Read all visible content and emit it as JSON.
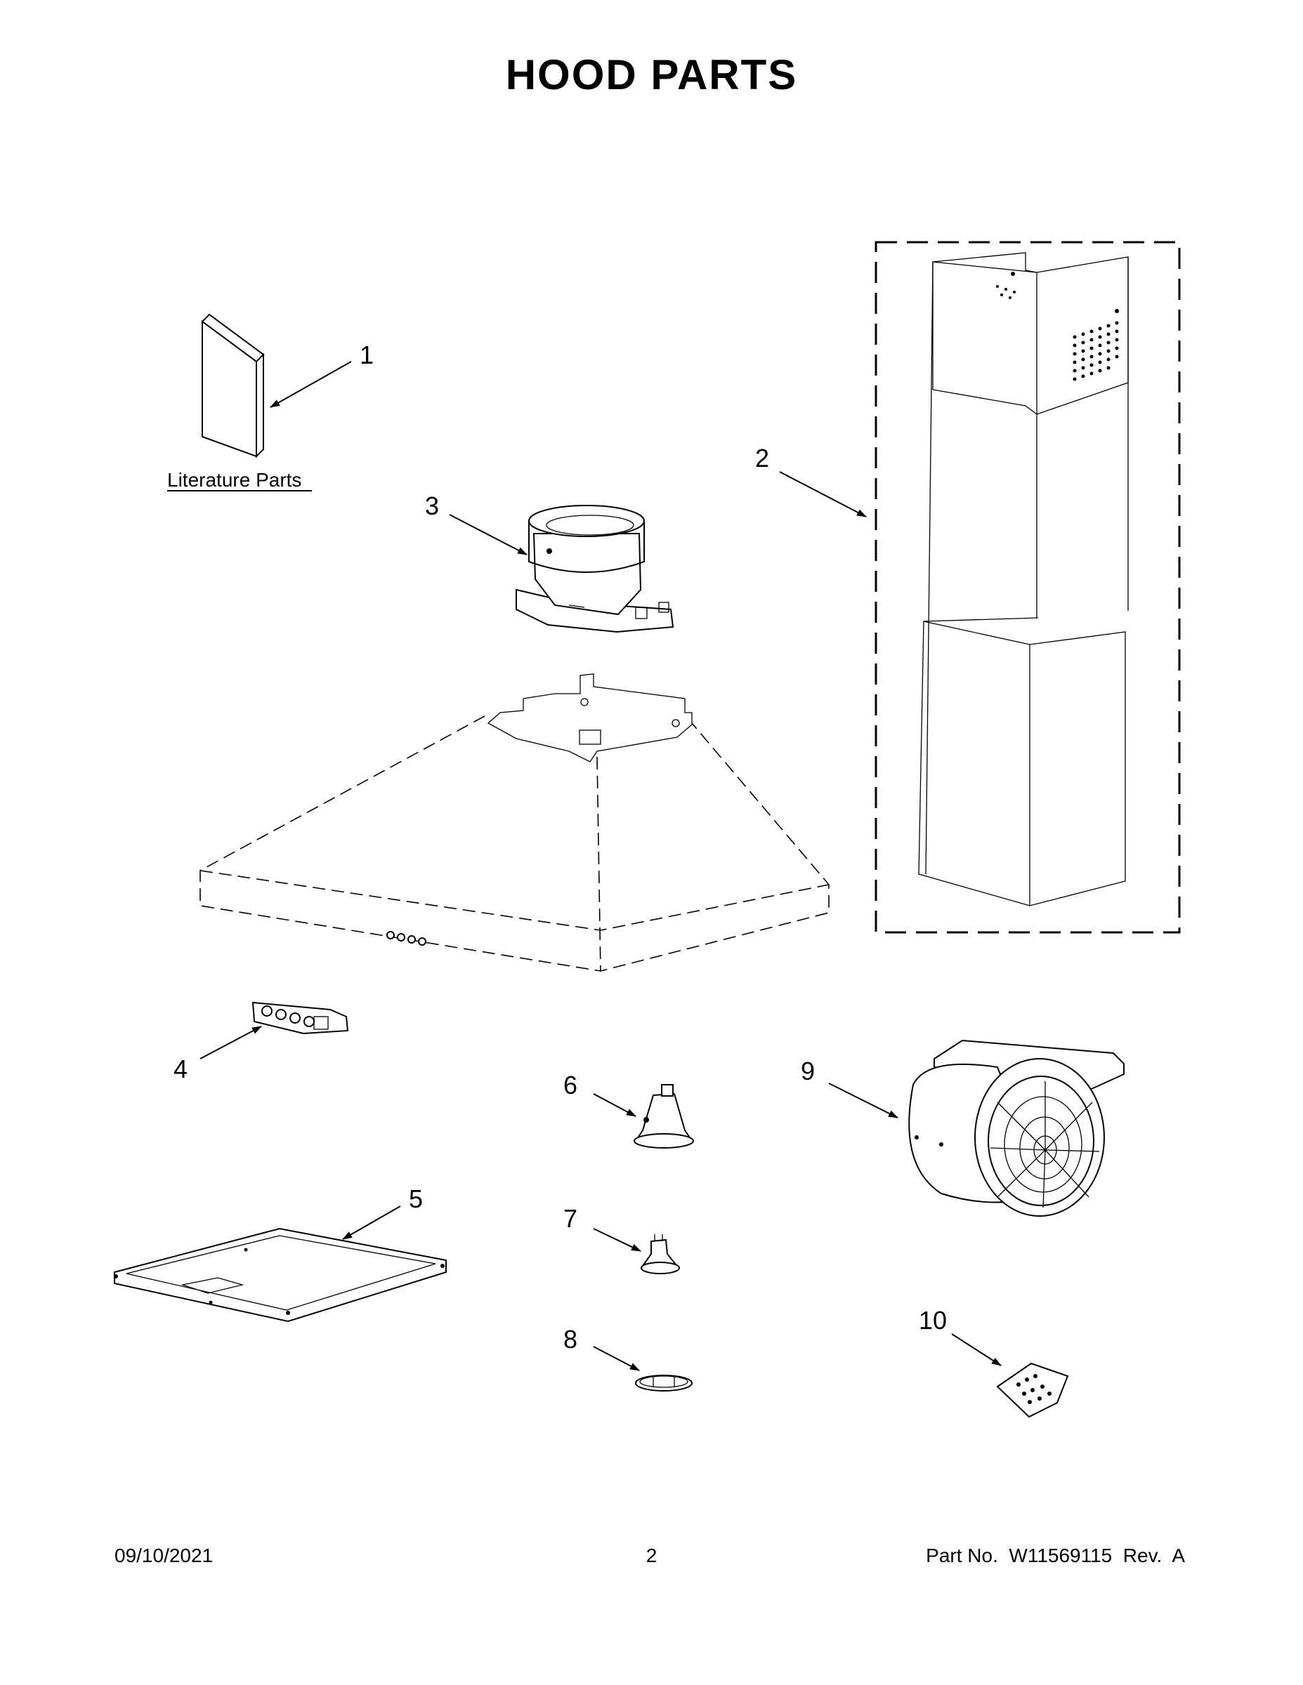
{
  "page": {
    "title": "HOOD PARTS",
    "literature_label": "Literature Parts",
    "footer": {
      "date": "09/10/2021",
      "page_number": "2",
      "part_info": "Part No.  W11569115  Rev.  A"
    }
  },
  "callouts": [
    "1",
    "2",
    "3",
    "4",
    "5",
    "6",
    "7",
    "8",
    "9",
    "10"
  ]
}
